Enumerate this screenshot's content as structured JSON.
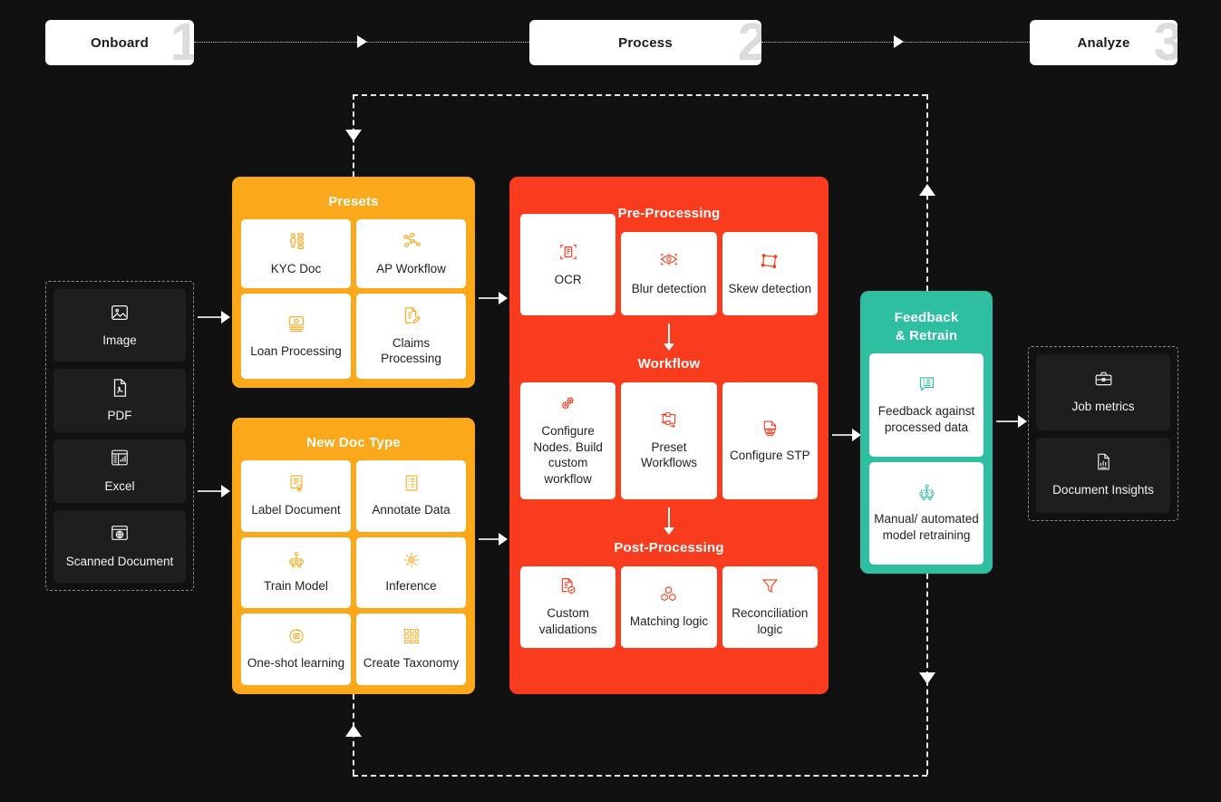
{
  "phases": [
    {
      "label": "Onboard",
      "number": "1"
    },
    {
      "label": "Process",
      "number": "2"
    },
    {
      "label": "Analyze",
      "number": "3"
    }
  ],
  "input_types": {
    "items": [
      {
        "label": "Image",
        "icon": "image-icon"
      },
      {
        "label": "PDF",
        "icon": "pdf-icon"
      },
      {
        "label": "Excel",
        "icon": "excel-icon"
      },
      {
        "label": "Scanned Document",
        "icon": "scanned-document-icon"
      }
    ]
  },
  "presets": {
    "title": "Presets",
    "items": [
      {
        "label": "KYC Doc",
        "icon": "kyc-doc-icon"
      },
      {
        "label": "AP Workflow",
        "icon": "ap-workflow-icon"
      },
      {
        "label": "Loan Processing",
        "icon": "loan-processing-icon"
      },
      {
        "label": "Claims Processing",
        "icon": "claims-processing-icon"
      }
    ]
  },
  "new_doc_type": {
    "title": "New Doc Type",
    "items": [
      {
        "label": "Label Document",
        "icon": "label-document-icon"
      },
      {
        "label": "Annotate Data",
        "icon": "annotate-data-icon"
      },
      {
        "label": "Train Model",
        "icon": "train-model-icon"
      },
      {
        "label": "Inference",
        "icon": "inference-icon"
      },
      {
        "label": "One-shot learning",
        "icon": "one-shot-learning-icon"
      },
      {
        "label": "Create Taxonomy",
        "icon": "create-taxonomy-icon"
      }
    ]
  },
  "process": {
    "pre_processing": {
      "title": "Pre-Processing",
      "items": [
        {
          "label": "OCR",
          "icon": "ocr-icon"
        },
        {
          "label": "Blur detection",
          "icon": "blur-detection-icon"
        },
        {
          "label": "Skew detection",
          "icon": "skew-detection-icon"
        }
      ]
    },
    "workflow": {
      "title": "Workflow",
      "items": [
        {
          "label": "Configure Nodes. Build custom workflow",
          "icon": "gears-icon"
        },
        {
          "label": "Preset Workflows",
          "icon": "preset-workflows-icon"
        },
        {
          "label": "Configure STP",
          "icon": "configure-stp-icon"
        }
      ]
    },
    "post_processing": {
      "title": "Post-Processing",
      "items": [
        {
          "label": "Custom validations",
          "icon": "custom-validations-icon"
        },
        {
          "label": "Matching logic",
          "icon": "matching-logic-icon"
        },
        {
          "label": "Reconciliation logic",
          "icon": "reconciliation-logic-icon"
        }
      ]
    }
  },
  "feedback": {
    "title": "Feedback & Retrain",
    "title_line1": "Feedback",
    "title_line2": "& Retrain",
    "items": [
      {
        "label": "Feedback against processed data",
        "icon": "feedback-comment-icon"
      },
      {
        "label": "Manual/ automated model retraining",
        "icon": "model-retraining-icon"
      }
    ]
  },
  "analyze": {
    "items": [
      {
        "label": "Job metrics",
        "icon": "job-metrics-icon"
      },
      {
        "label": "Document Insights",
        "icon": "document-insights-icon"
      }
    ]
  },
  "colors": {
    "background": "#111111",
    "orange": "#FBA81A",
    "red": "#FA3C1E",
    "teal": "#2DBFA0",
    "card_dark": "#1E1E1E",
    "white": "#FFFFFF",
    "phase_number": "#DCDCDC"
  }
}
